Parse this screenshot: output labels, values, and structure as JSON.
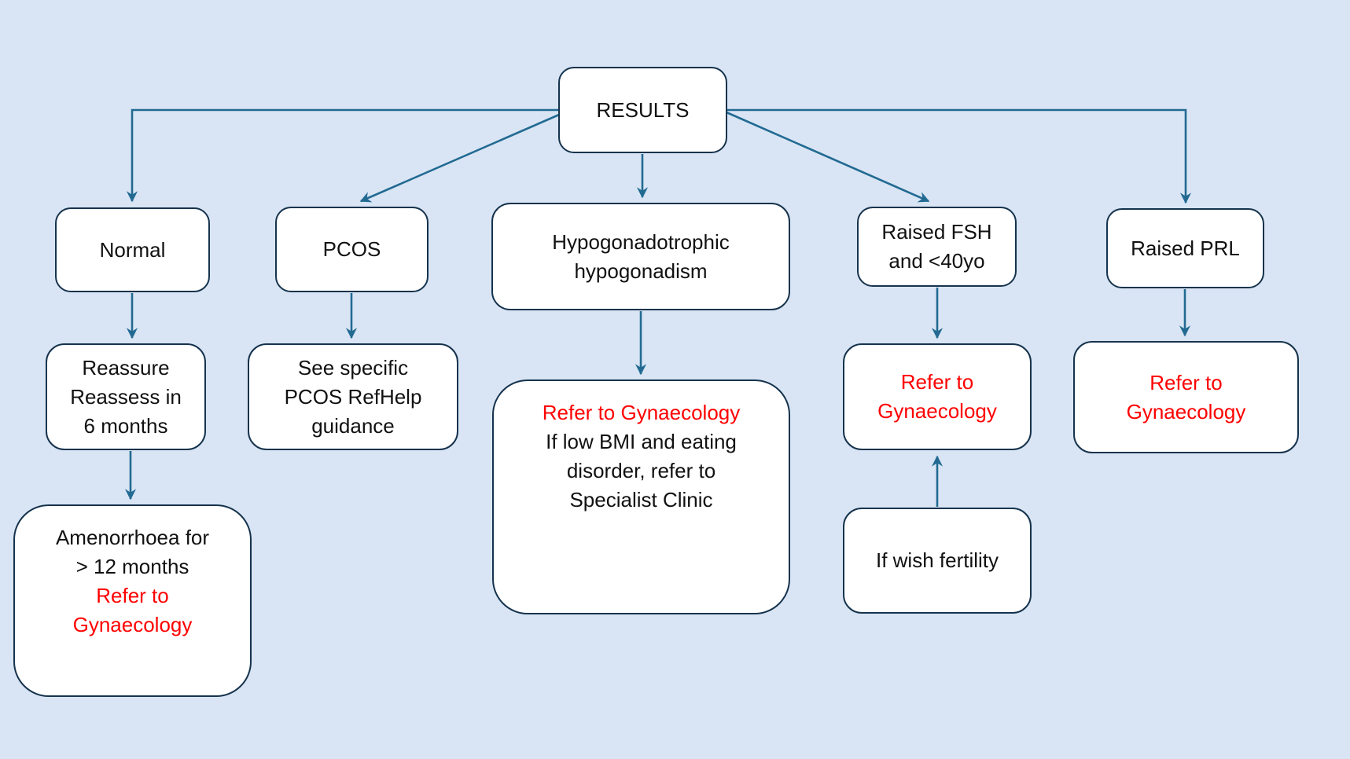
{
  "nodes": {
    "results": {
      "lines": [
        "RESULTS"
      ]
    },
    "normal": {
      "lines": [
        "Normal"
      ]
    },
    "pcos": {
      "lines": [
        "PCOS"
      ]
    },
    "hypo": {
      "lines": [
        "Hypogonadotrophic",
        "hypogonadism"
      ]
    },
    "raised_fsh": {
      "lines": [
        "Raised FSH",
        "and <40yo"
      ]
    },
    "raised_prl": {
      "lines": [
        "Raised PRL"
      ]
    },
    "reassure": {
      "lines": [
        "Reassure",
        "Reassess in",
        "6 months"
      ]
    },
    "pcos_guidance": {
      "lines": [
        "See specific",
        "PCOS RefHelp",
        "guidance"
      ]
    },
    "refer_mid": {
      "lines": [
        "Refer to Gynaecology",
        "If low BMI and eating",
        "disorder, refer to",
        "Specialist Clinic"
      ]
    },
    "refer_fsh": {
      "lines": [
        "Refer to",
        "Gynaecology"
      ]
    },
    "refer_prl": {
      "lines": [
        "Refer to",
        "Gynaecology"
      ]
    },
    "amenorrhoea": {
      "lines": [
        "Amenorrhoea for",
        "> 12 months",
        "Refer to",
        "Gynaecology"
      ]
    },
    "fertility": {
      "lines": [
        "If wish fertility"
      ]
    }
  },
  "colors": {
    "background": "#d9e5f4",
    "box_fill": "#ffffff",
    "box_border": "#16334d",
    "arrow": "#226a92",
    "red_text": "#fe0000",
    "black_text": "#111111"
  }
}
